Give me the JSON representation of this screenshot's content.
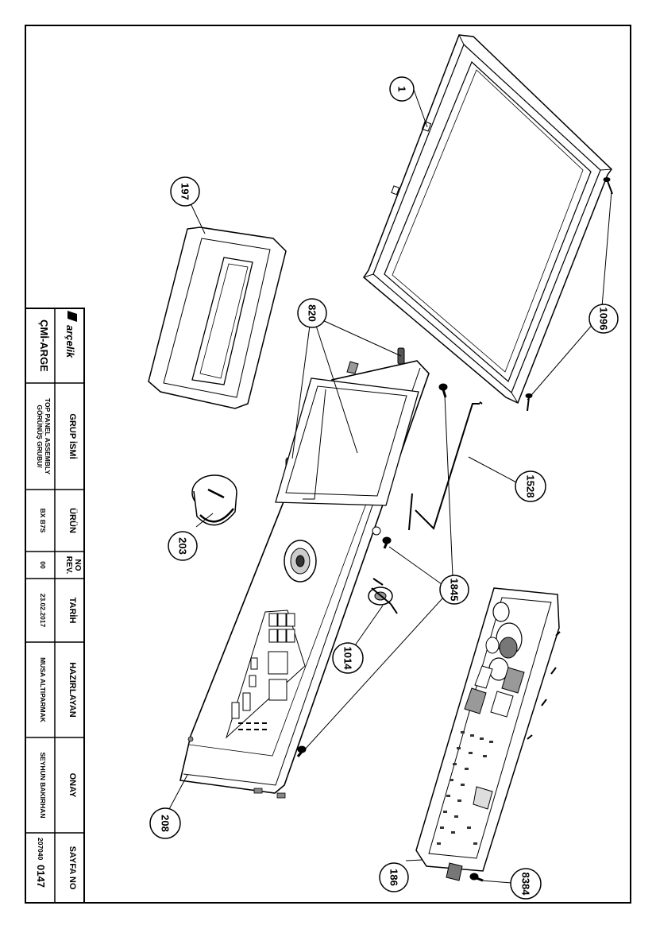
{
  "title_block": {
    "company": "arçelik",
    "department": "ÇMİ-ARGE",
    "columns": [
      {
        "header": "GRUP İSMİ",
        "value_line1": "GÖRÜNÜŞ GRUBU/",
        "value_line2": "TOP PANEL ASSEMBLY"
      },
      {
        "header": "ÜRÜN",
        "value": "BX B7S"
      },
      {
        "header_line1": "REV.",
        "header_line2": "NO",
        "value": "00"
      },
      {
        "header": "TARİH",
        "value": "23.02.2017"
      },
      {
        "header": "HAZIRLAYAN",
        "value": "MUSA ALTIPARMAK"
      },
      {
        "header": "ONAY",
        "value": "SEYHUN BAKIRHAN"
      },
      {
        "header": "SAYFA NO",
        "value_prefix": "207040",
        "value_main": "0147"
      }
    ]
  },
  "callouts": [
    "1",
    "197",
    "820",
    "1096",
    "1528",
    "203",
    "1845",
    "1014",
    "208",
    "186",
    "8384"
  ],
  "colors": {
    "line": "#000000",
    "paper": "#ffffff",
    "shade": "#bdbdbd"
  }
}
